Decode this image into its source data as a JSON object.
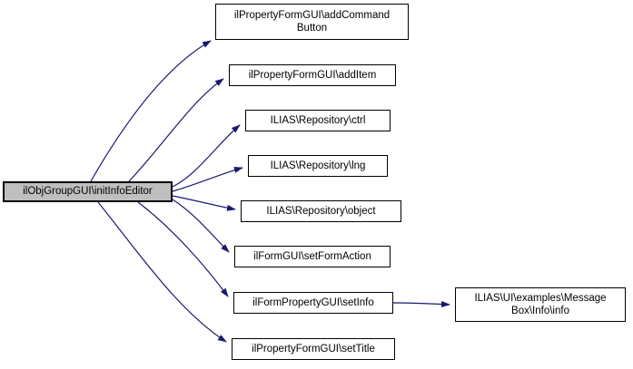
{
  "diagram": {
    "type": "call-graph",
    "colors": {
      "edge": "#191970",
      "node_border": "#000000",
      "current_node_fill": "#bfbfbf",
      "node_fill": "#ffffff",
      "background": "#ffffff"
    },
    "nodes": {
      "init": {
        "label": "ilObjGroupGUI\\initInfoEditor"
      },
      "add_command_button": {
        "label": [
          "ilPropertyFormGUI\\addCommand",
          "Button"
        ]
      },
      "add_item": {
        "label": "ilPropertyFormGUI\\addItem"
      },
      "ctrl": {
        "label": "ILIAS\\Repository\\ctrl"
      },
      "lng": {
        "label": "ILIAS\\Repository\\lng"
      },
      "object": {
        "label": "ILIAS\\Repository\\object"
      },
      "set_form_action": {
        "label": "ilFormGUI\\setFormAction"
      },
      "set_info": {
        "label": "ilFormPropertyGUI\\setInfo"
      },
      "set_title": {
        "label": "ilPropertyFormGUI\\setTitle"
      },
      "info": {
        "label": [
          "ILIAS\\UI\\examples\\Message",
          "Box\\Info\\info"
        ]
      }
    },
    "edges": [
      {
        "from": "ilObjGroupGUI\\initInfoEditor",
        "to": "ilPropertyFormGUI\\addCommandButton"
      },
      {
        "from": "ilObjGroupGUI\\initInfoEditor",
        "to": "ilPropertyFormGUI\\addItem"
      },
      {
        "from": "ilObjGroupGUI\\initInfoEditor",
        "to": "ILIAS\\Repository\\ctrl"
      },
      {
        "from": "ilObjGroupGUI\\initInfoEditor",
        "to": "ILIAS\\Repository\\lng"
      },
      {
        "from": "ilObjGroupGUI\\initInfoEditor",
        "to": "ILIAS\\Repository\\object"
      },
      {
        "from": "ilObjGroupGUI\\initInfoEditor",
        "to": "ilFormGUI\\setFormAction"
      },
      {
        "from": "ilObjGroupGUI\\initInfoEditor",
        "to": "ilFormPropertyGUI\\setInfo"
      },
      {
        "from": "ilObjGroupGUI\\initInfoEditor",
        "to": "ilPropertyFormGUI\\setTitle"
      },
      {
        "from": "ilFormPropertyGUI\\setInfo",
        "to": "ILIAS\\UI\\examples\\MessageBox\\Info\\info"
      }
    ]
  }
}
